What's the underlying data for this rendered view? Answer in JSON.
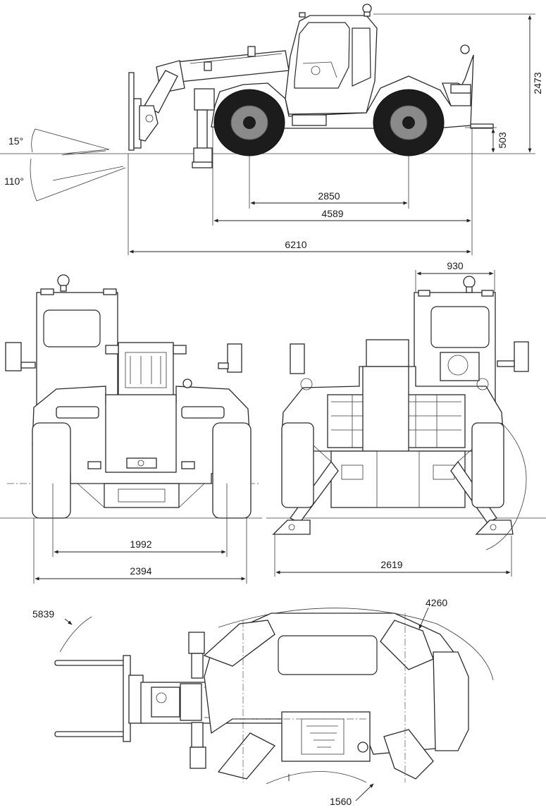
{
  "dimensions": {
    "height_total": "2473",
    "ground_clearance": "503",
    "wheelbase": "2850",
    "axle_span": "4589",
    "length_total": "6210",
    "tilt_up": "15°",
    "tilt_down": "110°",
    "cab_width": "930",
    "track_width": "1992",
    "overall_width": "2394",
    "stabilizer_span": "2619",
    "turn_radius_outer": "5839",
    "turn_radius_body": "4260",
    "turn_radius_inner": "1560"
  },
  "colors": {
    "line": "#2a2a2a",
    "tyre": "#1c1c1c",
    "hub": "#8a8a8a",
    "background": "#ffffff"
  }
}
